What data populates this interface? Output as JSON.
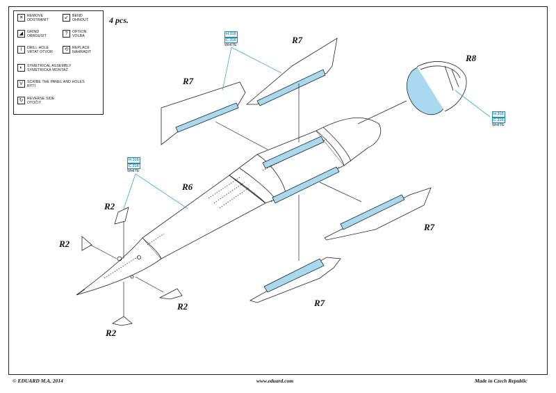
{
  "legend": {
    "items": [
      {
        "icon": "remove-icon",
        "line1": "REMOVE",
        "line2": "ODSTRANIT"
      },
      {
        "icon": "bend-icon",
        "line1": "BEND",
        "line2": "OHNOUT"
      },
      {
        "icon": "grind-icon",
        "line1": "GRIND",
        "line2": "OBROUSIT"
      },
      {
        "icon": "option-icon",
        "line1": "OPTION",
        "line2": "VOLBA"
      },
      {
        "icon": "drill-hole-icon",
        "line1": "DRILL HOLE",
        "line2": "VRTAT OTVOR"
      },
      {
        "icon": "replace-icon",
        "line1": "REPLACE",
        "line2": "NAHRADIT"
      },
      {
        "icon": "symmetrical-assembly-icon",
        "line1": "SYMETRICAL ASSEMBLY",
        "line2": "SYMETRICKÁ MONTÁŽ"
      },
      {
        "icon": "scribe-icon",
        "line1": "SCRIBE THE PANEL AND HOLES",
        "line2": "RYTÍ"
      },
      {
        "icon": "reverse-side-icon",
        "line1": "REVERSE SIDE",
        "line2": "OTOČIT"
      }
    ]
  },
  "quantity": "4 pcs.",
  "parts": {
    "r7_top_left": "R7",
    "r7_top_center": "R7",
    "r8": "R8",
    "r6": "R6",
    "r2_upper": "R2",
    "r2_left": "R2",
    "r2_right": "R2",
    "r2_bottom": "R2",
    "r7_right": "R7",
    "r7_bottom": "R7"
  },
  "color_tags": [
    {
      "h": "H 316",
      "c": "C 316",
      "name": "WHITE"
    },
    {
      "h": "H 316",
      "c": "C 316",
      "name": "WHITE"
    },
    {
      "h": "H 316",
      "c": "C 316",
      "name": "WHITE"
    }
  ],
  "footer": {
    "copyright": "© EDUARD  M.A. 2014",
    "website": "www.eduard.com",
    "origin": "Made in Czech Republic"
  },
  "colors": {
    "highlight": "#a9d9ee",
    "callout": "#3aa9c9",
    "line": "#222222"
  }
}
